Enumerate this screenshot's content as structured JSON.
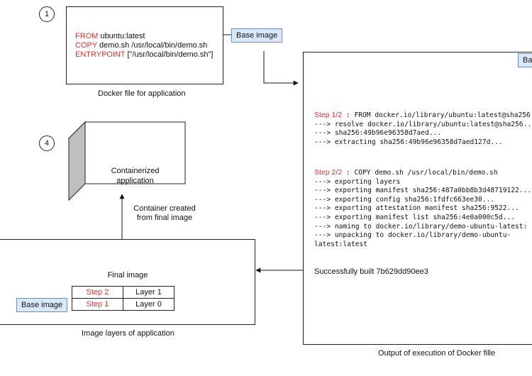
{
  "steps": {
    "one": "1",
    "four": "4"
  },
  "dockerfile": {
    "lines": [
      {
        "keyword": "FROM",
        "rest": " ubuntu:latest"
      },
      {
        "keyword": "COPY",
        "rest": " demo.sh /usr/local/bin/demo.sh"
      },
      {
        "keyword": "ENTRYPOINT",
        "rest": " [\"/usr/local/bin/demo.sh\"]"
      }
    ],
    "caption": "Docker file for application"
  },
  "base_image_tag": "Base image",
  "output": {
    "corner_tag": "Base",
    "step1_label": "Step 1/2",
    "step1_lines": [
      " : FROM docker.io/library/ubuntu:latest@sha256",
      "---> resolve docker.io/library/ubuntu:latest@sha256...",
      "---> sha256:49b96e96358d7aed...",
      "---> extracting sha256:49b96e96358d7aed127d..."
    ],
    "step2_label": "Step 2/2",
    "step2_lines": [
      " : COPY demo.sh /usr/local/bin/demo.sh",
      "---> exporting layers",
      "---> exporting manifest sha256:487a0bb8b3d48719122...",
      "---> exporting config sha256:1fdfc663ee30...",
      "---> exporting attestation manifest sha256:9522...",
      "---> exporting manifest list sha256:4e0a000c5d...",
      "---> naming to docker.io/library/demo-ubuntu-latest:",
      "---> unpacking to docker.io/library/demo-ubuntu-",
      "latest:latest"
    ],
    "success": "Successfully built 7b629dd90ee3",
    "caption": "Output of execution of Docker fille"
  },
  "container": {
    "label_line1": "Containerized",
    "label_line2": "application",
    "created_line1": "Container created",
    "created_line2": "from final image"
  },
  "final_image": {
    "title": "Final image",
    "rows": [
      {
        "step": "Step 2",
        "layer": "Layer 1"
      },
      {
        "step": "Step 1",
        "layer": "Layer 0"
      }
    ],
    "base_tag": "Base image",
    "caption": "Image layers of application"
  }
}
